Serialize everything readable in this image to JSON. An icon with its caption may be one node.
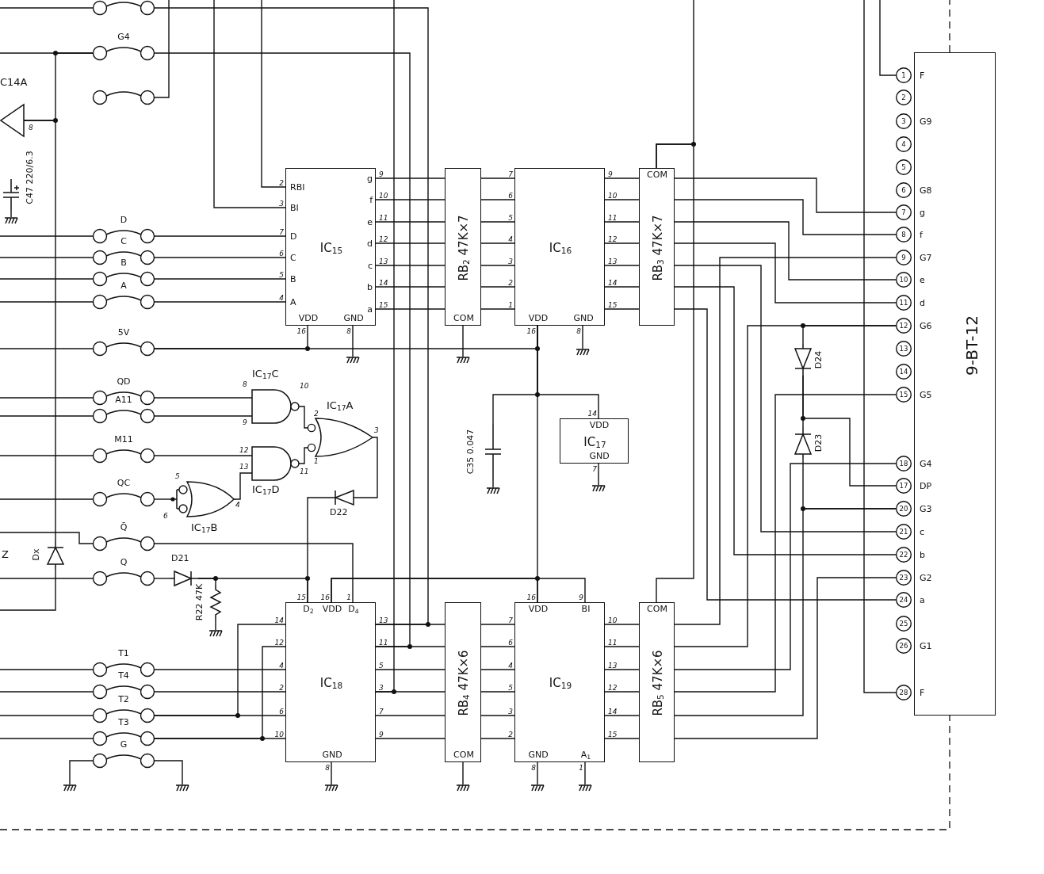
{
  "diagram": {
    "nodes": [
      {
        "text": [
          "IC$_{15}$",
          "RBI",
          "BI",
          "D",
          "C",
          "B",
          "A",
          "g",
          "f",
          "e",
          "d",
          "c",
          "b",
          "a",
          "VDD",
          "GND"
        ],
        "beside": [
          "2",
          "3",
          "7",
          "6",
          "5",
          "4",
          "9",
          "10",
          "11",
          "12",
          "13",
          "14",
          "15",
          "16",
          "8"
        ]
      },
      {
        "text": [
          "RB$_{2}$ 47K×7",
          "COM"
        ]
      },
      {
        "text": [
          "IC$_{16}$",
          "VDD",
          "GND"
        ],
        "beside": [
          "7",
          "6",
          "5",
          "4",
          "3",
          "2",
          "1",
          "9",
          "10",
          "11",
          "12",
          "13",
          "14",
          "15",
          "16",
          "8"
        ]
      },
      {
        "text": [
          "RB$_{3}$ 47K×7",
          "COM"
        ]
      },
      {
        "text": [
          "IC$_{17}$C"
        ],
        "beside": [
          "8",
          "9",
          "10"
        ]
      },
      {
        "text": [
          "IC$_{17}$A"
        ],
        "beside": [
          "2",
          "1",
          "3"
        ]
      },
      {
        "text": [
          "IC$_{17}$D"
        ],
        "beside": [
          "12",
          "13",
          "11"
        ]
      },
      {
        "text": [
          "IC$_{17}$B"
        ],
        "beside": [
          "5",
          "6",
          "4"
        ]
      },
      {
        "text": [
          "D22"
        ]
      },
      {
        "text": [
          "VDD",
          "IC$_{17}$",
          "GND"
        ],
        "beside": [
          "14",
          "7"
        ]
      },
      {
        "text": [
          "C35 0.047"
        ]
      },
      {
        "text": [
          "IC$_{18}$",
          "D$_{2}$",
          "VDD",
          "D$_{4}$",
          "GND"
        ],
        "beside": [
          "15",
          "16",
          "1",
          "14",
          "12",
          "4",
          "2",
          "6",
          "10",
          "13",
          "11",
          "5",
          "3",
          "7",
          "9",
          "8"
        ]
      },
      {
        "text": [
          "RB$_{4}$ 47K×6",
          "COM"
        ]
      },
      {
        "text": [
          "IC$_{19}$",
          "VDD",
          "BI",
          "GND",
          "A$_{1}$"
        ],
        "beside": [
          "16",
          "9",
          "7",
          "6",
          "4",
          "5",
          "3",
          "2",
          "10",
          "11",
          "13",
          "12",
          "14",
          "15",
          "8",
          "1"
        ]
      },
      {
        "text": [
          "RB$_{5}$ 47K×6",
          "COM"
        ]
      },
      {
        "text": [
          "F",
          "G9",
          "G8",
          "g",
          "f",
          "G7",
          "e",
          "d",
          "G6",
          "G5",
          "G4",
          "DP",
          "G3",
          "c",
          "b",
          "G2",
          "a",
          "G1",
          "F",
          "9-BT-12"
        ]
      },
      {
        "text": [
          "1"
        ]
      },
      {
        "text": [
          "2"
        ]
      },
      {
        "text": [
          "3"
        ]
      },
      {
        "text": [
          "4"
        ]
      },
      {
        "text": [
          "5"
        ]
      },
      {
        "text": [
          "6"
        ]
      },
      {
        "text": [
          "7"
        ]
      },
      {
        "text": [
          "8"
        ]
      },
      {
        "text": [
          "9"
        ]
      },
      {
        "text": [
          "10"
        ]
      },
      {
        "text": [
          "11"
        ]
      },
      {
        "text": [
          "12"
        ]
      },
      {
        "text": [
          "13"
        ]
      },
      {
        "text": [
          "14"
        ]
      },
      {
        "text": [
          "15"
        ]
      },
      {
        "text": [
          "18"
        ]
      },
      {
        "text": [
          "17"
        ]
      },
      {
        "text": [
          "20"
        ]
      },
      {
        "text": [
          "21"
        ]
      },
      {
        "text": [
          "22"
        ]
      },
      {
        "text": [
          "23"
        ]
      },
      {
        "text": [
          "24"
        ]
      },
      {
        "text": [
          "25"
        ]
      },
      {
        "text": [
          "26"
        ]
      },
      {
        "text": [
          "28"
        ]
      },
      {
        "text": [],
        "shape": "jumper"
      },
      {
        "text": [
          "G4"
        ]
      },
      {
        "text": [],
        "shape": "jumper"
      },
      {
        "text": [
          "D"
        ]
      },
      {
        "text": [
          "C"
        ]
      },
      {
        "text": [
          "B"
        ]
      },
      {
        "text": [
          "A"
        ]
      },
      {
        "text": [
          "5V"
        ]
      },
      {
        "text": [
          "QD"
        ]
      },
      {
        "text": [
          "A11"
        ]
      },
      {
        "text": [
          "M11"
        ]
      },
      {
        "text": [
          "QC"
        ]
      },
      {
        "text": [
          "Q̄"
        ]
      },
      {
        "text": [
          "Q"
        ]
      },
      {
        "text": [
          "T1"
        ]
      },
      {
        "text": [
          "T4"
        ]
      },
      {
        "text": [
          "T2"
        ]
      },
      {
        "text": [
          "T3"
        ]
      },
      {
        "text": [
          "G"
        ]
      },
      {
        "text": [
          "C14A"
        ],
        "beside": [
          "8"
        ]
      },
      {
        "text": [
          "C47 220/6.3"
        ]
      },
      {
        "text": [
          "Dx"
        ]
      },
      {
        "text": [
          "D21"
        ]
      },
      {
        "text": [
          "R22 47K"
        ]
      },
      {
        "text": [
          "D24"
        ]
      },
      {
        "text": [
          "D23"
        ]
      },
      {
        "text": [],
        "shape": "ground"
      },
      {
        "text": [],
        "shape": "ground"
      },
      {
        "text": [],
        "shape": "ground"
      },
      {
        "text": [],
        "shape": "ground"
      },
      {
        "text": [],
        "shape": "ground"
      },
      {
        "text": [],
        "shape": "ground"
      },
      {
        "text": [],
        "shape": "ground"
      },
      {
        "text": [],
        "shape": "ground"
      },
      {
        "text": [],
        "shape": "ground"
      },
      {
        "text": [],
        "shape": "ground"
      },
      {
        "text": [],
        "shape": "ground"
      },
      {
        "text": [],
        "shape": "ground"
      },
      {
        "text": [],
        "shape": "ground"
      }
    ],
    "edges": [
      {
        "from": 0,
        "to": 1,
        "arrow": "none"
      },
      {
        "from": 0,
        "to": 1,
        "arrow": "none"
      },
      {
        "from": 0,
        "to": 1,
        "arrow": "none"
      },
      {
        "from": 0,
        "to": 1,
        "arrow": "none"
      },
      {
        "from": 0,
        "to": 1,
        "arrow": "none"
      },
      {
        "from": 0,
        "to": 1,
        "arrow": "none"
      },
      {
        "from": 0,
        "to": 1,
        "arrow": "none"
      },
      {
        "from": 1,
        "to": 2,
        "arrow": "none"
      },
      {
        "from": 1,
        "to": 2,
        "arrow": "none"
      },
      {
        "from": 1,
        "to": 2,
        "arrow": "none"
      },
      {
        "from": 1,
        "to": 2,
        "arrow": "none"
      },
      {
        "from": 1,
        "to": 2,
        "arrow": "none"
      },
      {
        "from": 1,
        "to": 2,
        "arrow": "none"
      },
      {
        "from": 1,
        "to": 2,
        "arrow": "none"
      },
      {
        "from": 2,
        "to": 3,
        "arrow": "none"
      },
      {
        "from": 2,
        "to": 3,
        "arrow": "none"
      },
      {
        "from": 2,
        "to": 3,
        "arrow": "none"
      },
      {
        "from": 2,
        "to": 3,
        "arrow": "none"
      },
      {
        "from": 2,
        "to": 3,
        "arrow": "none"
      },
      {
        "from": 2,
        "to": 3,
        "arrow": "none"
      },
      {
        "from": 2,
        "to": 3,
        "arrow": "none"
      },
      {
        "from": 3,
        "to": 22,
        "arrow": "none"
      },
      {
        "from": 3,
        "to": 23,
        "arrow": "none"
      },
      {
        "from": 3,
        "to": 25,
        "arrow": "none"
      },
      {
        "from": 3,
        "to": 26,
        "arrow": "none"
      },
      {
        "from": 3,
        "to": 34,
        "arrow": "none"
      },
      {
        "from": 3,
        "to": 35,
        "arrow": "none"
      },
      {
        "from": 3,
        "to": 37,
        "arrow": "none"
      },
      {
        "from": 11,
        "to": 12,
        "arrow": "none"
      },
      {
        "from": 11,
        "to": 12,
        "arrow": "none"
      },
      {
        "from": 11,
        "to": 12,
        "arrow": "none"
      },
      {
        "from": 11,
        "to": 12,
        "arrow": "none"
      },
      {
        "from": 11,
        "to": 12,
        "arrow": "none"
      },
      {
        "from": 11,
        "to": 12,
        "arrow": "none"
      },
      {
        "from": 12,
        "to": 13,
        "arrow": "none"
      },
      {
        "from": 12,
        "to": 13,
        "arrow": "none"
      },
      {
        "from": 12,
        "to": 13,
        "arrow": "none"
      },
      {
        "from": 12,
        "to": 13,
        "arrow": "none"
      },
      {
        "from": 12,
        "to": 13,
        "arrow": "none"
      },
      {
        "from": 12,
        "to": 13,
        "arrow": "none"
      },
      {
        "from": 13,
        "to": 14,
        "arrow": "none"
      },
      {
        "from": 13,
        "to": 14,
        "arrow": "none"
      },
      {
        "from": 13,
        "to": 14,
        "arrow": "none"
      },
      {
        "from": 13,
        "to": 14,
        "arrow": "none"
      },
      {
        "from": 13,
        "to": 14,
        "arrow": "none"
      },
      {
        "from": 13,
        "to": 14,
        "arrow": "none"
      },
      {
        "from": 14,
        "to": 24,
        "arrow": "none"
      },
      {
        "from": 14,
        "to": 27,
        "arrow": "none"
      },
      {
        "from": 14,
        "to": 31,
        "arrow": "none"
      },
      {
        "from": 14,
        "to": 30,
        "arrow": "none"
      },
      {
        "from": 14,
        "to": 33,
        "arrow": "none"
      },
      {
        "from": 14,
        "to": 36,
        "arrow": "none"
      },
      {
        "from": 27,
        "to": 65,
        "arrow": "none"
      },
      {
        "from": 65,
        "to": 66,
        "arrow": "none"
      },
      {
        "from": 65,
        "to": 32,
        "arrow": "none"
      },
      {
        "from": 66,
        "to": 33,
        "arrow": "none"
      },
      {
        "from": null,
        "to": 16,
        "arrow": "none"
      },
      {
        "from": null,
        "to": 40,
        "arrow": "none"
      },
      {
        "from": null,
        "to": 3,
        "arrow": "none"
      },
      {
        "from": 3,
        "to": 14,
        "arrow": "none"
      },
      {
        "from": 44,
        "to": 0,
        "arrow": "none"
      },
      {
        "from": 45,
        "to": 0,
        "arrow": "none"
      },
      {
        "from": 46,
        "to": 0,
        "arrow": "none"
      },
      {
        "from": 47,
        "to": 0,
        "arrow": "none"
      },
      {
        "from": null,
        "to": 0,
        "arrow": "none"
      },
      {
        "from": null,
        "to": 0,
        "arrow": "none"
      },
      {
        "from": 48,
        "to": 0,
        "arrow": "none"
      },
      {
        "from": 48,
        "to": 2,
        "arrow": "none"
      },
      {
        "from": 2,
        "to": 13,
        "arrow": "none"
      },
      {
        "from": 2,
        "to": 9,
        "arrow": "none"
      },
      {
        "from": 2,
        "to": 10,
        "arrow": "none"
      },
      {
        "from": 49,
        "to": 4,
        "arrow": "none"
      },
      {
        "from": 50,
        "to": 4,
        "arrow": "none"
      },
      {
        "from": 51,
        "to": 6,
        "arrow": "none"
      },
      {
        "from": 52,
        "to": 7,
        "arrow": "none"
      },
      {
        "from": 7,
        "to": 6,
        "arrow": "none"
      },
      {
        "from": 4,
        "to": 5,
        "arrow": "none"
      },
      {
        "from": 6,
        "to": 5,
        "arrow": "none"
      },
      {
        "from": 5,
        "to": 8,
        "arrow": "none"
      },
      {
        "from": 8,
        "to": 11,
        "arrow": "none"
      },
      {
        "from": 54,
        "to": 63,
        "arrow": "none"
      },
      {
        "from": 63,
        "to": 11,
        "arrow": "none"
      },
      {
        "from": 63,
        "to": 64,
        "arrow": "none"
      },
      {
        "from": 53,
        "to": 11,
        "arrow": "none"
      },
      {
        "from": 11,
        "to": 13,
        "arrow": "none"
      },
      {
        "from": 11,
        "to": 13,
        "arrow": "none"
      },
      {
        "from": 55,
        "to": 11,
        "arrow": "none"
      },
      {
        "from": 56,
        "to": 11,
        "arrow": "none"
      },
      {
        "from": 57,
        "to": 11,
        "arrow": "none"
      },
      {
        "from": 57,
        "to": 11,
        "arrow": "none"
      },
      {
        "from": 58,
        "to": 11,
        "arrow": "none"
      },
      {
        "from": 58,
        "to": 11,
        "arrow": "none"
      },
      {
        "from": null,
        "to": 11,
        "arrow": "none"
      },
      {
        "from": 42,
        "to": 11,
        "arrow": "none"
      },
      {
        "from": 41,
        "to": 11,
        "arrow": "none"
      },
      {
        "from": 43,
        "to": null,
        "arrow": "none"
      },
      {
        "from": 60,
        "to": 42,
        "arrow": "none"
      },
      {
        "from": 60,
        "to": 62,
        "arrow": "none"
      },
      {
        "from": 62,
        "to": null,
        "arrow": "none"
      },
      {
        "from": null,
        "to": 41,
        "arrow": "none"
      },
      {
        "from": null,
        "to": 42,
        "arrow": "none"
      },
      {
        "from": null,
        "to": 44,
        "arrow": "none"
      },
      {
        "from": null,
        "to": 45,
        "arrow": "none"
      },
      {
        "from": null,
        "to": 46,
        "arrow": "none"
      },
      {
        "from": null,
        "to": 47,
        "arrow": "none"
      },
      {
        "from": null,
        "to": 48,
        "arrow": "none"
      },
      {
        "from": null,
        "to": 49,
        "arrow": "none"
      },
      {
        "from": null,
        "to": 50,
        "arrow": "none"
      },
      {
        "from": null,
        "to": 51,
        "arrow": "none"
      },
      {
        "from": null,
        "to": 52,
        "arrow": "none"
      },
      {
        "from": null,
        "to": 53,
        "arrow": "none"
      },
      {
        "from": null,
        "to": 54,
        "arrow": "none"
      },
      {
        "from": null,
        "to": 55,
        "arrow": "none"
      },
      {
        "from": null,
        "to": 56,
        "arrow": "none"
      },
      {
        "from": null,
        "to": 57,
        "arrow": "none"
      },
      {
        "from": null,
        "to": 58,
        "arrow": "none"
      },
      {
        "from": 61,
        "to": 67,
        "arrow": "none"
      },
      {
        "from": 2,
        "to": 68,
        "arrow": "none"
      },
      {
        "from": 0,
        "to": 69,
        "arrow": "none"
      },
      {
        "from": 1,
        "to": 70,
        "arrow": "none"
      },
      {
        "from": 9,
        "to": 71,
        "arrow": "none"
      },
      {
        "from": 10,
        "to": 72,
        "arrow": "none"
      },
      {
        "from": 64,
        "to": 73,
        "arrow": "none"
      },
      {
        "from": 59,
        "to": 74,
        "arrow": "none"
      },
      {
        "from": 59,
        "to": 75,
        "arrow": "none"
      },
      {
        "from": 11,
        "to": 76,
        "arrow": "none"
      },
      {
        "from": 12,
        "to": 77,
        "arrow": "none"
      },
      {
        "from": 13,
        "to": 78,
        "arrow": "none"
      },
      {
        "from": 13,
        "to": 79,
        "arrow": "none"
      }
    ],
    "labels": [
      "Z"
    ]
  }
}
